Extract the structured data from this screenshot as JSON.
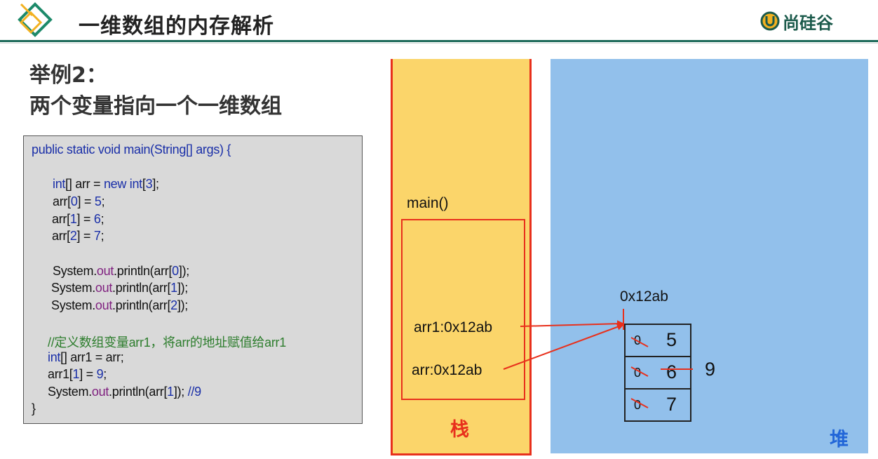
{
  "header": {
    "title": "一维数组的内存解析",
    "brand": "尚硅谷"
  },
  "example": {
    "line1": "举例2：",
    "line2": "两个变量指向一个一维数组"
  },
  "code": {
    "signature": "public static void main(String[] args) {",
    "decl_kw1": "int",
    "decl_mid": "[] arr = ",
    "decl_kw2": "new int",
    "decl_br": "[",
    "decl_num": "3",
    "decl_end": "];",
    "assign": [
      {
        "pre": "arr[",
        "idx": "0",
        "mid": "] = ",
        "val": "5",
        "end": ";"
      },
      {
        "pre": "arr[",
        "idx": "1",
        "mid": "] = ",
        "val": "6",
        "end": ";"
      },
      {
        "pre": "arr[",
        "idx": "2",
        "mid": "] = ",
        "val": "7",
        "end": ";"
      }
    ],
    "prints": [
      {
        "pre": "System.",
        "out": "out",
        "mid": ".println(arr[",
        "idx": "0",
        "end": "]);"
      },
      {
        "pre": "System.",
        "out": "out",
        "mid": ".println(arr[",
        "idx": "1",
        "end": "]);"
      },
      {
        "pre": "System.",
        "out": "out",
        "mid": ".println(arr[",
        "idx": "2",
        "end": "]);"
      }
    ],
    "comment": "//定义数组变量arr1，将arr的地址赋值给arr1",
    "alias_kw": "int",
    "alias_rest": "[] arr1 = arr;",
    "set_pre": "arr1[",
    "set_idx": "1",
    "set_mid": "] = ",
    "set_val": "9",
    "set_end": ";",
    "final_pre": "System.",
    "final_out": "out",
    "final_mid": ".println(arr[",
    "final_idx": "1",
    "final_end": "]); ",
    "final_comment": "//9",
    "close": "}"
  },
  "stack": {
    "label": "栈",
    "method": "main()",
    "vars": [
      "arr1:0x12ab",
      "arr:0x12ab"
    ]
  },
  "heap": {
    "label": "堆",
    "address": "0x12ab",
    "cells": [
      {
        "old": "0",
        "value": "5"
      },
      {
        "old": "0",
        "value": "6"
      },
      {
        "old": "0",
        "value": "7"
      }
    ],
    "new_value": "9"
  },
  "colors": {
    "stack_bg": "#fbd56a",
    "stack_border": "#e8301c",
    "heap_bg": "#92c0eb",
    "heap_label": "#2266d8",
    "brand": "#1b5a4b"
  }
}
